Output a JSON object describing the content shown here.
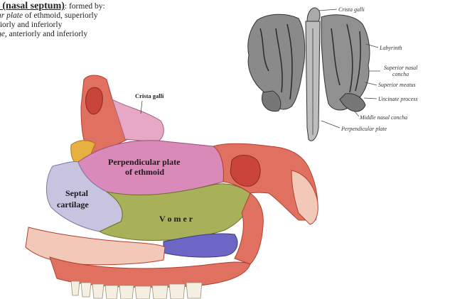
{
  "heading": {
    "title": "l (nasal septum)",
    "title_suffix": ": formed by:",
    "line1_italic": "ar plate",
    "line1_rest": " of ethmoid, superiorly",
    "line2": "riorly and inferiorly",
    "line3_italic": "ge",
    "line3_rest": ", anteriorly and inferiorly"
  },
  "ethmoid_figure": {
    "labels": {
      "crista_galli": "Crista galli",
      "labyrinth": "Labyrinth",
      "superior_nasal_concha_1": "Superior nasal",
      "superior_nasal_concha_2": "concha",
      "superior_meatus": "Superior meatus",
      "uncinate_process": "Uncinate process",
      "middle_nasal_concha": "Middle nasal concha",
      "perpendicular_plate": "Perpendicular plate"
    }
  },
  "septum_figure": {
    "labels": {
      "crista_galli": "Crista galli",
      "perpendicular_plate_1": "Perpendicular plate",
      "perpendicular_plate_2": "of ethmoid",
      "septal_1": "Septal",
      "septal_2": "cartilage",
      "vomer": "V o m e r"
    }
  },
  "colors": {
    "bone_red": "#d9534f",
    "perpendicular_plate": "#d98ab8",
    "septal_cartilage": "#c8c4e0",
    "vomer": "#a8b15a",
    "palate_blue": "#6c66c4"
  }
}
